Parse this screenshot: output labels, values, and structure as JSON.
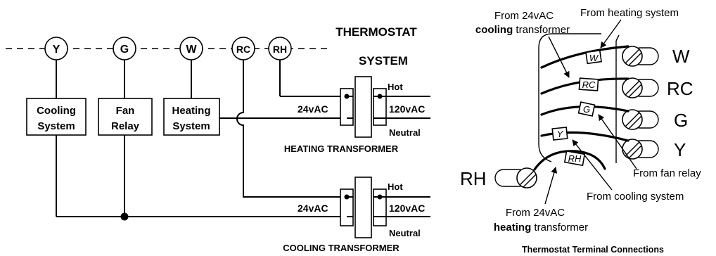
{
  "schematic": {
    "terminals": [
      "Y",
      "G",
      "W",
      "RC",
      "RH"
    ],
    "thermostat_label": "THERMOSTAT",
    "system_label": "SYSTEM",
    "boxes": [
      [
        "Cooling",
        "System"
      ],
      [
        "Fan",
        "Relay"
      ],
      [
        "Heating",
        "System"
      ]
    ],
    "heating_transformer": {
      "primary": "24vAC",
      "secondary": "120vAC",
      "hot": "Hot",
      "neutral": "Neutral",
      "caption": "HEATING TRANSFORMER"
    },
    "cooling_transformer": {
      "primary": "24vAC",
      "secondary": "120vAC",
      "hot": "Hot",
      "neutral": "Neutral",
      "caption": "COOLING TRANSFORMER"
    }
  },
  "terminal_view": {
    "caption": "Thermostat Terminal Connections",
    "screw_labels": [
      "W",
      "RC",
      "G",
      "Y",
      "RH"
    ],
    "wire_tags": [
      "W",
      "RC",
      "G",
      "Y",
      "RH"
    ],
    "cooling_from": "From 24vAC",
    "cooling_word": "cooling",
    "cooling_rest": "transformer",
    "from_heating": "From heating system",
    "from_fan": "From fan relay",
    "from_cooling": "From cooling system",
    "heating_from": "From 24vAC",
    "heating_word": "heating",
    "heating_rest": "transformer"
  }
}
